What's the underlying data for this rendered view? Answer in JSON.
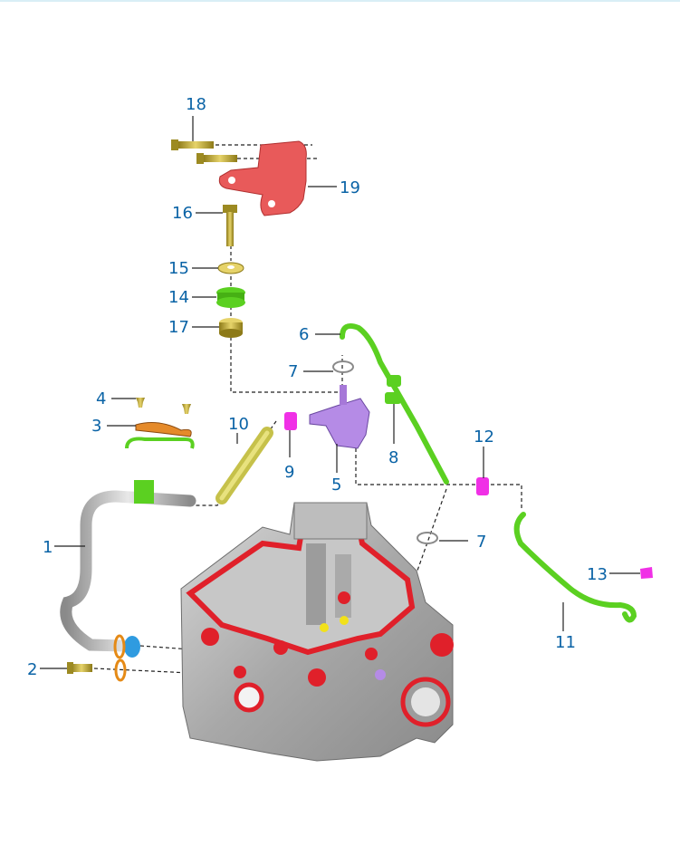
{
  "colors": {
    "callout": "#0a63a6",
    "engine_body": "#b7b7b7",
    "engine_seal": "#e0202a",
    "green_hose": "#5bd021",
    "purple_valve": "#b58be6",
    "magenta_clip": "#f030e6",
    "bracket_red": "#e85a5a",
    "brass": "#c9b23a"
  },
  "callouts": [
    {
      "id": "1",
      "text": "1"
    },
    {
      "id": "2",
      "text": "2"
    },
    {
      "id": "3",
      "text": "3"
    },
    {
      "id": "4",
      "text": "4"
    },
    {
      "id": "5",
      "text": "5"
    },
    {
      "id": "6",
      "text": "6"
    },
    {
      "id": "7a",
      "text": "7"
    },
    {
      "id": "7b",
      "text": "7"
    },
    {
      "id": "8",
      "text": "8"
    },
    {
      "id": "9",
      "text": "9"
    },
    {
      "id": "10",
      "text": "10"
    },
    {
      "id": "11",
      "text": "11"
    },
    {
      "id": "12",
      "text": "12"
    },
    {
      "id": "13",
      "text": "13"
    },
    {
      "id": "14",
      "text": "14"
    },
    {
      "id": "15",
      "text": "15"
    },
    {
      "id": "16",
      "text": "16"
    },
    {
      "id": "17",
      "text": "17"
    },
    {
      "id": "18",
      "text": "18"
    },
    {
      "id": "19",
      "text": "19"
    }
  ]
}
